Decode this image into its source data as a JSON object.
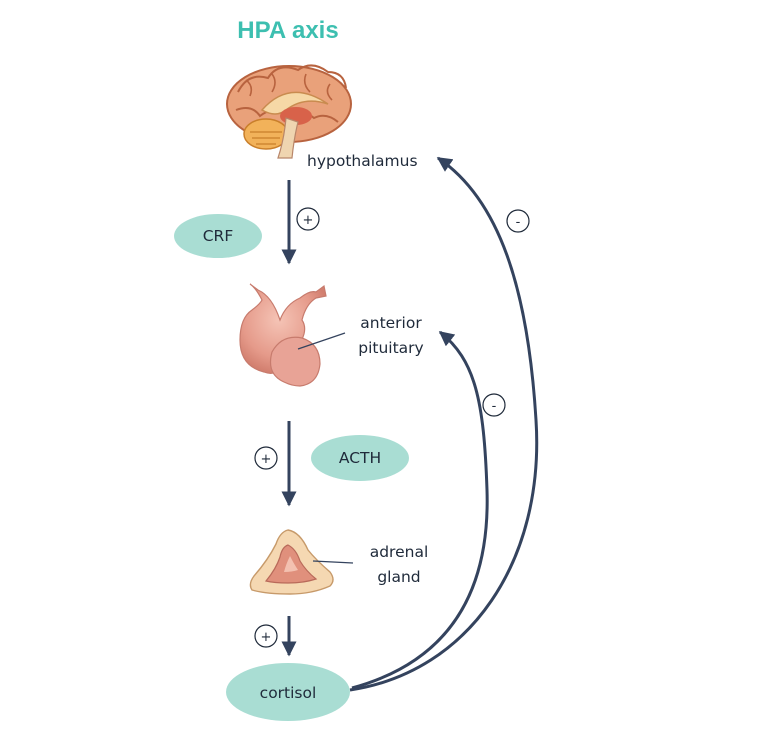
{
  "title": "HPA axis",
  "labels": {
    "hypothalamus": "hypothalamus",
    "anterior_pituitary_line1": "anterior",
    "anterior_pituitary_line2": "pituitary",
    "adrenal_gland_line1": "adrenal",
    "adrenal_gland_line2": "gland"
  },
  "hormones": {
    "crf": "CRF",
    "acth": "ACTH",
    "cortisol": "cortisol"
  },
  "signs": {
    "plus": "+",
    "minus": "-"
  },
  "colors": {
    "title": "#3dbfb0",
    "pill": "#a9ddd3",
    "arrow": "#34435e"
  }
}
